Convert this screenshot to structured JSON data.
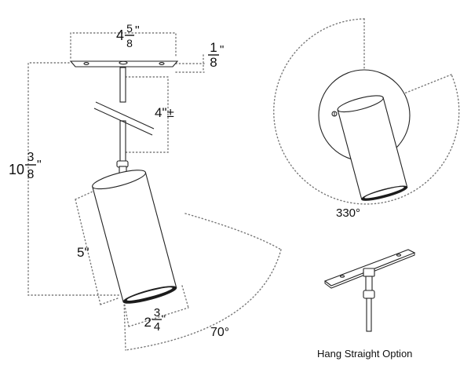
{
  "dimensions": {
    "canopy_width": {
      "whole": "4",
      "num": "5",
      "den": "8",
      "unit": "\""
    },
    "canopy_thickness": {
      "whole": "",
      "num": "1",
      "den": "8",
      "unit": "\""
    },
    "stem_length": {
      "text": "4\"±"
    },
    "overall_height": {
      "whole": "10",
      "num": "3",
      "den": "8",
      "unit": "\""
    },
    "cylinder_length": {
      "text": "5\""
    },
    "cylinder_diameter": {
      "whole": "2",
      "num": "3",
      "den": "4",
      "unit": "\""
    }
  },
  "angles": {
    "tilt": "70°",
    "rotation": "330°"
  },
  "captions": {
    "hang_straight": "Hang Straight Option"
  }
}
